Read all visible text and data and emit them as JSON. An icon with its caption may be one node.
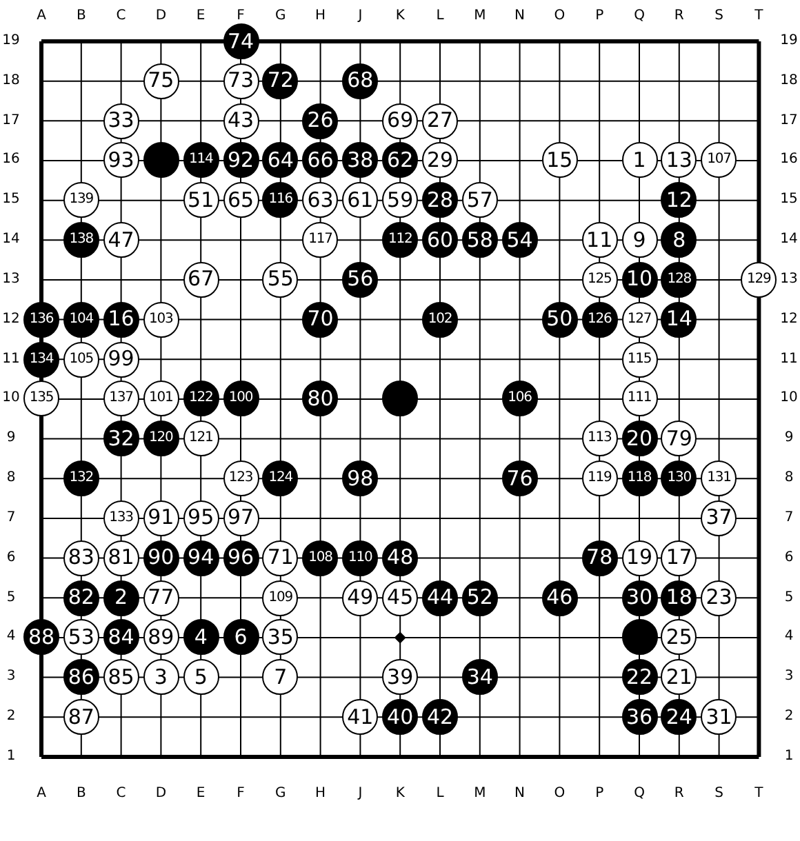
{
  "diagram": {
    "nodes": [
      {
        "text": [
          "74"
        ]
      },
      {
        "text": [
          "75"
        ]
      },
      {
        "text": [
          "73"
        ]
      },
      {
        "text": [
          "72"
        ]
      },
      {
        "text": [
          "68"
        ]
      },
      {
        "text": [
          "33"
        ]
      },
      {
        "text": [
          "43"
        ]
      },
      {
        "text": [
          "26"
        ]
      },
      {
        "text": [
          "69"
        ]
      },
      {
        "text": [
          "27"
        ]
      },
      {
        "text": [
          "93"
        ]
      },
      {
        "text": [],
        "shape": "circle"
      },
      {
        "text": [
          "114"
        ]
      },
      {
        "text": [
          "92"
        ]
      },
      {
        "text": [
          "64"
        ]
      },
      {
        "text": [
          "66"
        ]
      },
      {
        "text": [
          "38"
        ]
      },
      {
        "text": [
          "62"
        ]
      },
      {
        "text": [
          "29"
        ]
      },
      {
        "text": [
          "15"
        ]
      },
      {
        "text": [
          "1"
        ]
      },
      {
        "text": [
          "13"
        ]
      },
      {
        "text": [
          "107"
        ]
      },
      {
        "text": [
          "139"
        ]
      },
      {
        "text": [
          "51"
        ]
      },
      {
        "text": [
          "65"
        ]
      },
      {
        "text": [
          "116"
        ]
      },
      {
        "text": [
          "63"
        ]
      },
      {
        "text": [
          "61"
        ]
      },
      {
        "text": [
          "59"
        ]
      },
      {
        "text": [
          "28"
        ]
      },
      {
        "text": [
          "57"
        ]
      },
      {
        "text": [
          "12"
        ]
      },
      {
        "text": [
          "138"
        ]
      },
      {
        "text": [
          "47"
        ]
      },
      {
        "text": [
          "117"
        ]
      },
      {
        "text": [
          "112"
        ]
      },
      {
        "text": [
          "60"
        ]
      },
      {
        "text": [
          "58"
        ]
      },
      {
        "text": [
          "54"
        ]
      },
      {
        "text": [
          "11"
        ]
      },
      {
        "text": [
          "9"
        ]
      },
      {
        "text": [
          "8"
        ]
      },
      {
        "text": [
          "67"
        ]
      },
      {
        "text": [
          "55"
        ]
      },
      {
        "text": [
          "56"
        ]
      },
      {
        "text": [
          "125"
        ]
      },
      {
        "text": [
          "10"
        ]
      },
      {
        "text": [
          "128"
        ]
      },
      {
        "text": [
          "129"
        ]
      },
      {
        "text": [
          "136"
        ]
      },
      {
        "text": [
          "104"
        ]
      },
      {
        "text": [
          "16"
        ]
      },
      {
        "text": [
          "103"
        ]
      },
      {
        "text": [
          "70"
        ]
      },
      {
        "text": [
          "102"
        ]
      },
      {
        "text": [
          "50"
        ]
      },
      {
        "text": [
          "126"
        ]
      },
      {
        "text": [
          "127"
        ]
      },
      {
        "text": [
          "14"
        ]
      },
      {
        "text": [
          "134"
        ]
      },
      {
        "text": [
          "105"
        ]
      },
      {
        "text": [
          "99"
        ]
      },
      {
        "text": [
          "115"
        ]
      },
      {
        "text": [
          "135"
        ]
      },
      {
        "text": [
          "137"
        ]
      },
      {
        "text": [
          "101"
        ]
      },
      {
        "text": [
          "122"
        ]
      },
      {
        "text": [
          "100"
        ]
      },
      {
        "text": [
          "80"
        ]
      },
      {
        "text": [],
        "shape": "circle"
      },
      {
        "text": [
          "106"
        ]
      },
      {
        "text": [
          "111"
        ]
      },
      {
        "text": [
          "32"
        ]
      },
      {
        "text": [
          "120"
        ]
      },
      {
        "text": [
          "121"
        ]
      },
      {
        "text": [
          "113"
        ]
      },
      {
        "text": [
          "20"
        ]
      },
      {
        "text": [
          "79"
        ]
      },
      {
        "text": [
          "132"
        ]
      },
      {
        "text": [
          "123"
        ]
      },
      {
        "text": [
          "124"
        ]
      },
      {
        "text": [
          "98"
        ]
      },
      {
        "text": [
          "76"
        ]
      },
      {
        "text": [
          "119"
        ]
      },
      {
        "text": [
          "118"
        ]
      },
      {
        "text": [
          "130"
        ]
      },
      {
        "text": [
          "131"
        ]
      },
      {
        "text": [
          "133"
        ]
      },
      {
        "text": [
          "91"
        ]
      },
      {
        "text": [
          "95"
        ]
      },
      {
        "text": [
          "97"
        ]
      },
      {
        "text": [
          "37"
        ]
      },
      {
        "text": [
          "83"
        ]
      },
      {
        "text": [
          "81"
        ]
      },
      {
        "text": [
          "90"
        ]
      },
      {
        "text": [
          "94"
        ]
      },
      {
        "text": [
          "96"
        ]
      },
      {
        "text": [
          "71"
        ]
      },
      {
        "text": [
          "108"
        ]
      },
      {
        "text": [
          "110"
        ]
      },
      {
        "text": [
          "48"
        ]
      },
      {
        "text": [
          "78"
        ]
      },
      {
        "text": [
          "19"
        ]
      },
      {
        "text": [
          "17"
        ]
      },
      {
        "text": [
          "82"
        ]
      },
      {
        "text": [
          "2"
        ]
      },
      {
        "text": [
          "77"
        ]
      },
      {
        "text": [
          "109"
        ]
      },
      {
        "text": [
          "49"
        ]
      },
      {
        "text": [
          "45"
        ]
      },
      {
        "text": [
          "44"
        ]
      },
      {
        "text": [
          "52"
        ]
      },
      {
        "text": [
          "46"
        ]
      },
      {
        "text": [
          "30"
        ]
      },
      {
        "text": [
          "18"
        ]
      },
      {
        "text": [
          "23"
        ]
      },
      {
        "text": [
          "88"
        ]
      },
      {
        "text": [
          "53"
        ]
      },
      {
        "text": [
          "84"
        ]
      },
      {
        "text": [
          "89"
        ]
      },
      {
        "text": [
          "4"
        ]
      },
      {
        "text": [
          "6"
        ]
      },
      {
        "text": [
          "35"
        ]
      },
      {
        "text": [],
        "shape": "circle"
      },
      {
        "text": [
          "25"
        ]
      },
      {
        "text": [
          "86"
        ]
      },
      {
        "text": [
          "85"
        ]
      },
      {
        "text": [
          "3"
        ]
      },
      {
        "text": [
          "5"
        ]
      },
      {
        "text": [
          "7"
        ]
      },
      {
        "text": [
          "39"
        ]
      },
      {
        "text": [
          "34"
        ]
      },
      {
        "text": [
          "22"
        ]
      },
      {
        "text": [
          "21"
        ]
      },
      {
        "text": [
          "87"
        ]
      },
      {
        "text": [
          "41"
        ]
      },
      {
        "text": [
          "40"
        ]
      },
      {
        "text": [
          "42"
        ]
      },
      {
        "text": [
          "36"
        ]
      },
      {
        "text": [
          "24"
        ]
      },
      {
        "text": [
          "31"
        ]
      }
    ],
    "labels": [
      "A",
      "B",
      "C",
      "D",
      "E",
      "F",
      "G",
      "H",
      "J",
      "K",
      "L",
      "M",
      "N",
      "O",
      "P",
      "Q",
      "R",
      "S",
      "T",
      "19",
      "19",
      "18",
      "18",
      "17",
      "17",
      "16",
      "16",
      "15",
      "15",
      "14",
      "14",
      "13",
      "13",
      "12",
      "12",
      "11",
      "11",
      "10",
      "10",
      "9",
      "9",
      "8",
      "8",
      "7",
      "7",
      "6",
      "6",
      "5",
      "5",
      "4",
      "4",
      "3",
      "3",
      "2",
      "2",
      "1",
      "1",
      "A",
      "B",
      "C",
      "D",
      "E",
      "F",
      "G",
      "H",
      "J",
      "K",
      "L",
      "M",
      "N",
      "O",
      "P",
      "Q",
      "R",
      "S",
      "T"
    ]
  }
}
